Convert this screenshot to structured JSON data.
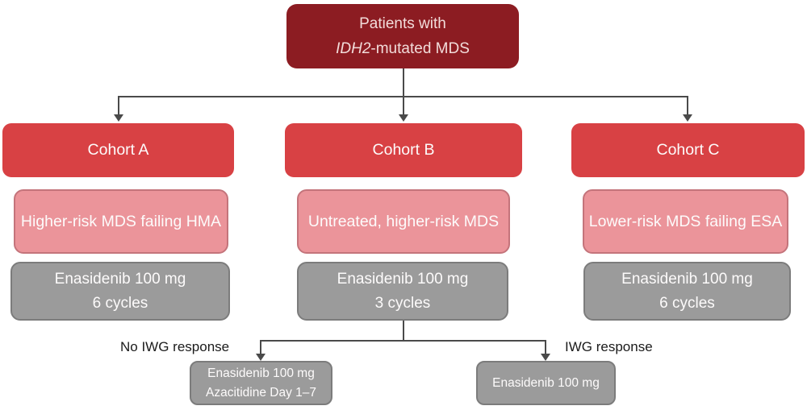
{
  "colors": {
    "background": "#FFFFFF",
    "root_box": "#8C1C22",
    "root_text": "#F2DCDA",
    "cohort_box": "#D84144",
    "population_box": "#EB949A",
    "population_border": "#C4747B",
    "treatment_box": "#9B9B9B",
    "treatment_border": "#7C7C7C",
    "box_text": "#FDFBFB",
    "connector": "#4A4A4A",
    "label_text": "#1B1B1B"
  },
  "root_node": {
    "line1": "Patients with",
    "line2_italic": "IDH2",
    "line2_rest": "-mutated MDS"
  },
  "cohorts": [
    {
      "title": "Cohort A",
      "population": "Higher-risk MDS failing HMA",
      "treatment_drug": "Enasidenib 100 mg",
      "treatment_duration": "6 cycles"
    },
    {
      "title": "Cohort B",
      "population": "Untreated, higher-risk MDS",
      "treatment_drug": "Enasidenib 100 mg",
      "treatment_duration": "3 cycles"
    },
    {
      "title": "Cohort C",
      "population": "Lower-risk MDS failing ESA",
      "treatment_drug": "Enasidenib 100 mg",
      "treatment_duration": "6 cycles"
    }
  ],
  "cohort_b_branch": {
    "no_response_label": "No IWG response",
    "response_label": "IWG response",
    "no_response_node_line1": "Enasidenib 100 mg",
    "no_response_node_line2": "Azacitidine Day 1–7",
    "response_node_line1": "Enasidenib 100 mg"
  }
}
